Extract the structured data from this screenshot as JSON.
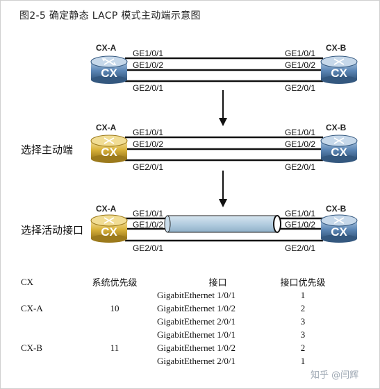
{
  "figure": {
    "title": "图2-5  确定静态 LACP 模式主动端示意图"
  },
  "stages": [
    {
      "label": "",
      "left_device_color": "#5b86b5"
    },
    {
      "label": "选择主动端",
      "left_device_color": "#d9b23a"
    },
    {
      "label": "选择活动接口",
      "left_device_color": "#d9b23a"
    }
  ],
  "devices": {
    "left_name": "CX-A",
    "right_name": "CX-B",
    "logo": "CX",
    "blue": "#5b86b5",
    "gold": "#d9b23a"
  },
  "ports": {
    "p1": "GE1/0/1",
    "p2": "GE1/0/2",
    "p3": "GE2/0/1"
  },
  "table": {
    "headers": [
      "CX",
      "系统优先级",
      "接口",
      "接口优先级"
    ],
    "groups": [
      {
        "device": "CX-A",
        "system_priority": "10",
        "rows": [
          {
            "interface": "GigabitEthernet 1/0/1",
            "priority": "1"
          },
          {
            "interface": "GigabitEthernet 1/0/2",
            "priority": "2"
          },
          {
            "interface": "GigabitEthernet 2/0/1",
            "priority": "3"
          }
        ]
      },
      {
        "device": "CX-B",
        "system_priority": "11",
        "rows": [
          {
            "interface": "GigabitEthernet 1/0/1",
            "priority": "3"
          },
          {
            "interface": "GigabitEthernet 1/0/2",
            "priority": "2"
          },
          {
            "interface": "GigabitEthernet 2/0/1",
            "priority": "1"
          }
        ]
      }
    ]
  },
  "watermark": "知乎 @闫辉"
}
